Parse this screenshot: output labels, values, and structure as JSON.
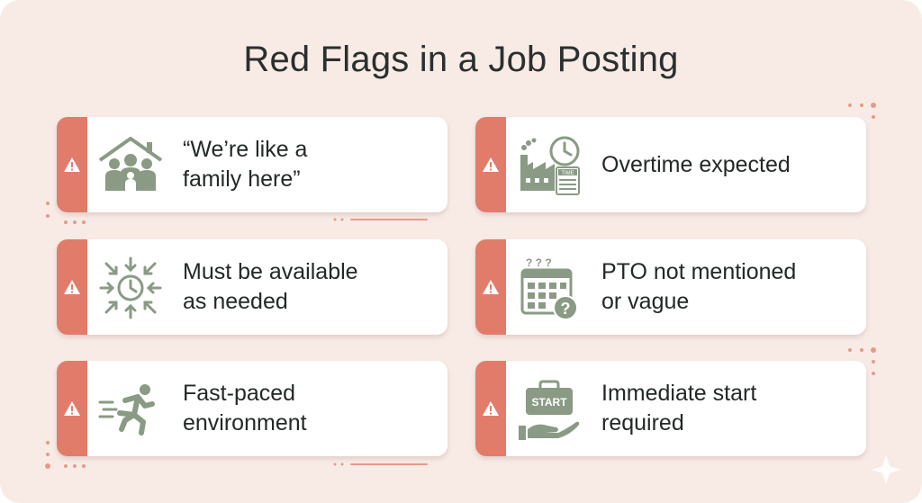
{
  "title": "Red Flags in a Job Posting",
  "colors": {
    "accent": "#e27c6a",
    "icon": "#8a9a85",
    "background": "#f8ebe6"
  },
  "cards": [
    {
      "icon": "family-house-icon",
      "lines": [
        "“We’re like a",
        "family here”"
      ]
    },
    {
      "icon": "factory-overtime-icon",
      "lines": [
        "Overtime expected"
      ]
    },
    {
      "icon": "clock-arrows-icon",
      "lines": [
        "Must be available",
        "as needed"
      ]
    },
    {
      "icon": "calendar-question-icon",
      "lines": [
        "PTO not mentioned",
        "or vague"
      ]
    },
    {
      "icon": "running-person-icon",
      "lines": [
        "Fast-paced",
        "environment"
      ]
    },
    {
      "icon": "start-briefcase-icon",
      "lines": [
        "Immediate start",
        "required"
      ]
    }
  ],
  "start_badge": "START",
  "time_badge": "TIME"
}
